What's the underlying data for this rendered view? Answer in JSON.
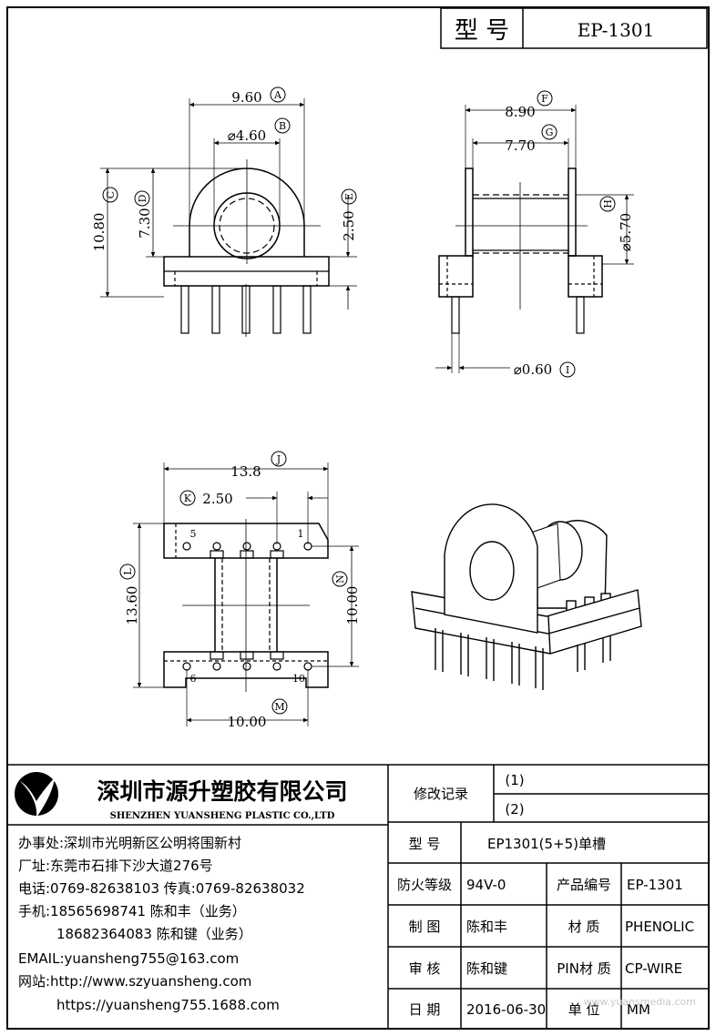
{
  "header": {
    "model_label": "型 号",
    "model_value": "EP-1301"
  },
  "front_view": {
    "dim_a": "9.60",
    "marker_a": "A",
    "dim_b": "⌀4.60",
    "marker_b": "B",
    "dim_c": "10.80",
    "marker_c": "C",
    "dim_d": "7.30",
    "marker_d": "D",
    "dim_e": "2.50",
    "marker_e": "E"
  },
  "side_view": {
    "dim_f": "8.90",
    "marker_f": "F",
    "dim_g": "7.70",
    "marker_g": "G",
    "dim_h": "⌀5.70",
    "marker_h": "H",
    "dim_i": "⌀0.60",
    "marker_i": "I"
  },
  "bottom_view": {
    "dim_j": "13.8",
    "marker_j": "J",
    "dim_k": "2.50",
    "marker_k": "K",
    "dim_l": "13.60",
    "marker_l": "L",
    "dim_m": "10.00",
    "marker_m": "M",
    "dim_n": "10.00",
    "marker_n": "N",
    "pin_labels": [
      "5",
      "1",
      "6",
      "10"
    ]
  },
  "company": {
    "name_cn": "深圳市源升塑胶有限公司",
    "name_en": "SHENZHEN YUANSHENG PLASTIC CO.,LTD",
    "office": "办事处:深圳市光明新区公明将围新村",
    "factory": "厂址:东莞市石排下沙大道276号",
    "phone": "电话:0769-82638103 传真:0769-82638032",
    "mobile1": "手机:18565698741 陈和丰（业务）",
    "mobile2": "18682364083 陈和键（业务）",
    "email": "EMAIL:yuansheng755@163.com",
    "web1": "网站:http://www.szyuansheng.com",
    "web2": "https://yuansheng755.1688.com"
  },
  "table": {
    "revision_label": "修改记录",
    "revisions": [
      "(1)",
      "(2)"
    ],
    "type_label": "型 号",
    "type_value": "EP1301(5+5)单槽",
    "fire_label": "防火等级",
    "fire_value": "94V-0",
    "product_no_label": "产品编号",
    "product_no_value": "EP-1301",
    "drawn_label": "制 图",
    "drawn_value": "陈和丰",
    "material_label": "材 质",
    "material_value": "PHENOLIC",
    "review_label": "审 核",
    "review_value": "陈和键",
    "pin_material_label": "PIN材 质",
    "pin_material_value": "CP-WIRE",
    "date_label": "日 期",
    "date_value": "2016-06-30",
    "unit_label": "单 位",
    "unit_value": "MM"
  },
  "watermark": "www.yuansmedia.com"
}
